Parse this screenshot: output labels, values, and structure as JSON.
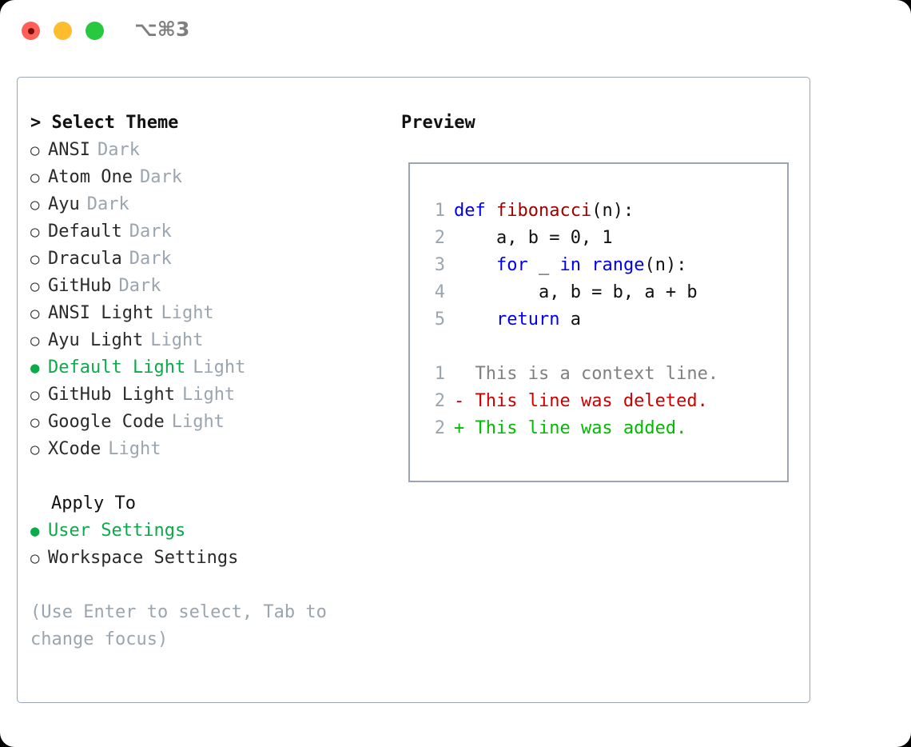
{
  "window": {
    "traffic_lights": [
      "close-red",
      "minimize-yellow",
      "zoom-green"
    ],
    "shortcut_label": "⌥⌘3",
    "colors": {
      "red": "#FF6058",
      "yellow": "#FFBD2E",
      "green": "#28C840",
      "border": "#9AA5B1",
      "accent_green": "#0CAA4A",
      "muted": "#9AA5B0"
    }
  },
  "theme_picker": {
    "header": "> Select Theme",
    "items": [
      {
        "bullet": "○",
        "name": "ANSI",
        "tag": "Dark",
        "selected": false
      },
      {
        "bullet": "○",
        "name": "Atom One",
        "tag": "Dark",
        "selected": false
      },
      {
        "bullet": "○",
        "name": "Ayu",
        "tag": "Dark",
        "selected": false
      },
      {
        "bullet": "○",
        "name": "Default",
        "tag": "Dark",
        "selected": false
      },
      {
        "bullet": "○",
        "name": "Dracula",
        "tag": "Dark",
        "selected": false
      },
      {
        "bullet": "○",
        "name": "GitHub",
        "tag": "Dark",
        "selected": false
      },
      {
        "bullet": "○",
        "name": "ANSI Light",
        "tag": "Light",
        "selected": false
      },
      {
        "bullet": "○",
        "name": "Ayu Light",
        "tag": "Light",
        "selected": false
      },
      {
        "bullet": "●",
        "name": "Default Light",
        "tag": "Light",
        "selected": true
      },
      {
        "bullet": "○",
        "name": "GitHub Light",
        "tag": "Light",
        "selected": false
      },
      {
        "bullet": "○",
        "name": "Google Code",
        "tag": "Light",
        "selected": false
      },
      {
        "bullet": "○",
        "name": "XCode",
        "tag": "Light",
        "selected": false
      }
    ]
  },
  "apply_to": {
    "header": "Apply To",
    "options": [
      {
        "bullet": "●",
        "name": "User Settings",
        "selected": true
      },
      {
        "bullet": "○",
        "name": "Workspace Settings",
        "selected": false
      }
    ]
  },
  "hint": "(Use Enter to select, Tab to change focus)",
  "preview": {
    "header": "Preview",
    "code_lines": [
      {
        "num": "1",
        "segments": [
          {
            "text": "def ",
            "style": "kw"
          },
          {
            "text": "fibonacci",
            "style": "fn"
          },
          {
            "text": "(n):",
            "style": "plain"
          }
        ]
      },
      {
        "num": "2",
        "segments": [
          {
            "text": "    a, b = 0, 1",
            "style": "plain"
          }
        ]
      },
      {
        "num": "3",
        "segments": [
          {
            "text": "    ",
            "style": "plain"
          },
          {
            "text": "for",
            "style": "kw"
          },
          {
            "text": " _ ",
            "style": "plain"
          },
          {
            "text": "in range",
            "style": "kw"
          },
          {
            "text": "(n):",
            "style": "plain"
          }
        ]
      },
      {
        "num": "4",
        "segments": [
          {
            "text": "        a, b = b, a + b",
            "style": "plain"
          }
        ]
      },
      {
        "num": "5",
        "segments": [
          {
            "text": "    ",
            "style": "plain"
          },
          {
            "text": "return",
            "style": "kw"
          },
          {
            "text": " a",
            "style": "plain"
          }
        ]
      }
    ],
    "diff_lines": [
      {
        "num": "1",
        "marker": " ",
        "text": " This is a context line.",
        "style": "ctx"
      },
      {
        "num": "2",
        "marker": "-",
        "text": " This line was deleted.",
        "style": "del"
      },
      {
        "num": "2",
        "marker": "+",
        "text": " This line was added.",
        "style": "add"
      }
    ]
  }
}
